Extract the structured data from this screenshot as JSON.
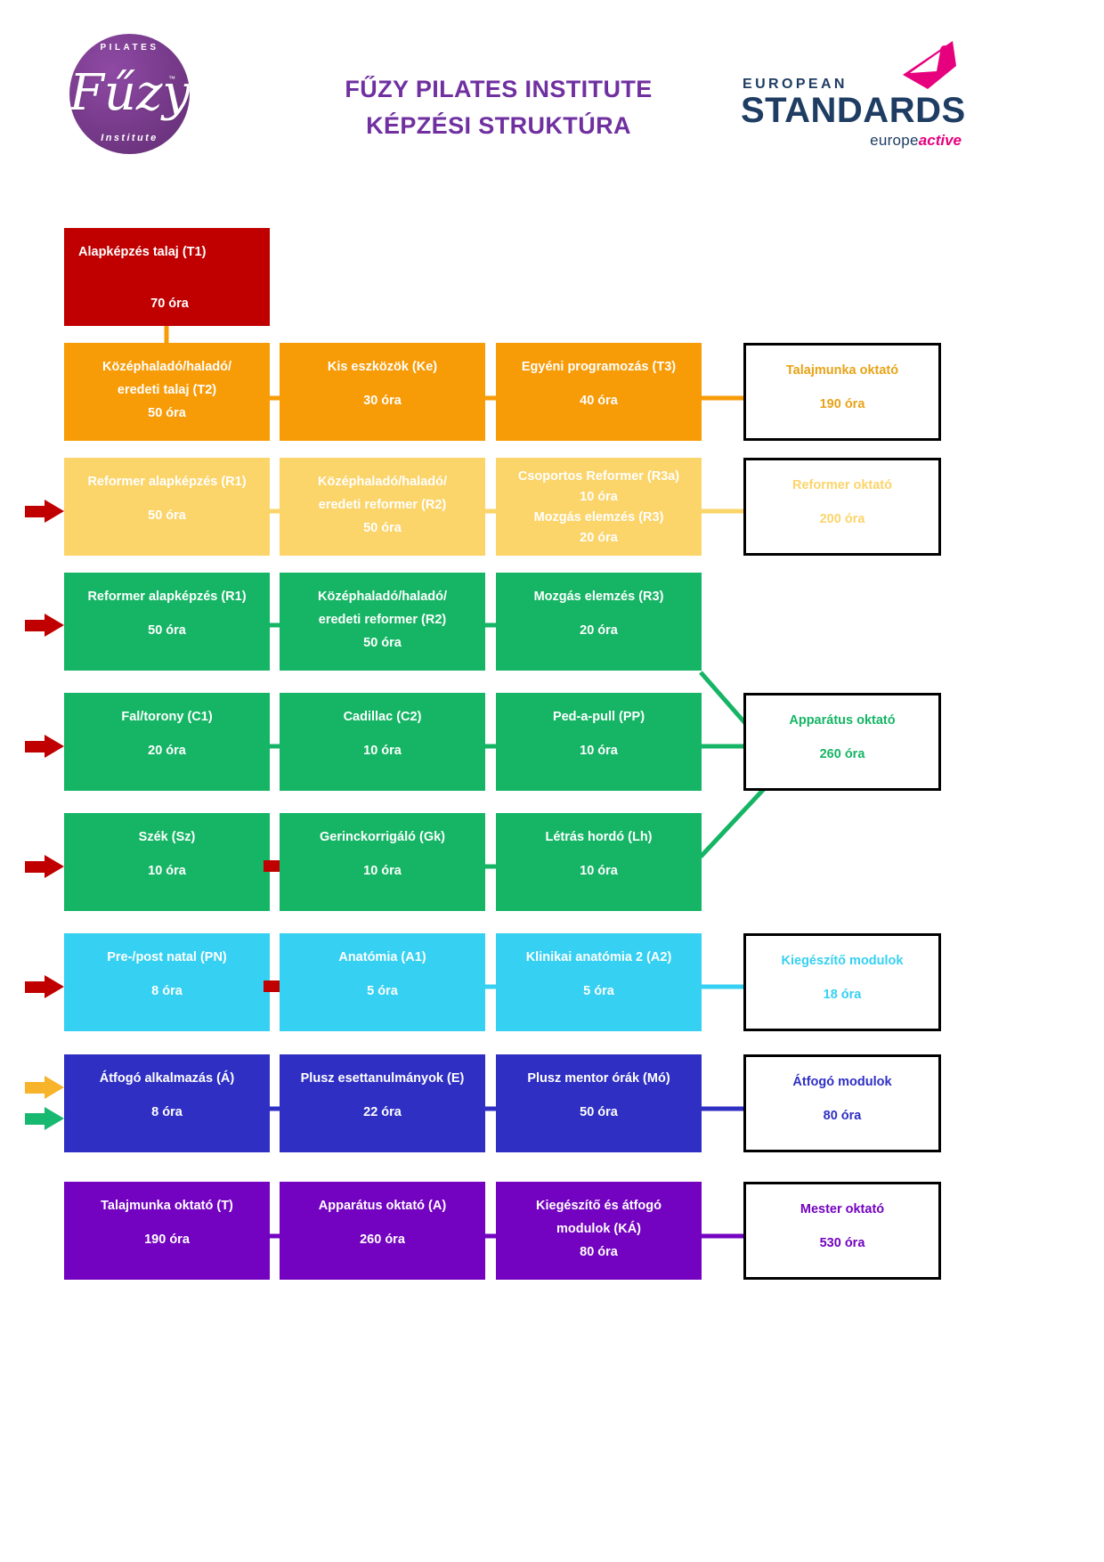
{
  "header": {
    "logo_left": {
      "arc_top": "PILATES",
      "script": "Fűzy",
      "arc_bottom": "Institute",
      "trademark": "™"
    },
    "title_line1": "FŰZY PILATES INSTITUTE",
    "title_line2": "KÉPZÉSI STRUKTÚRA",
    "title_color": "#7030A0",
    "logo_right": {
      "european": "EUROPEAN",
      "standards": "STANDARDS",
      "sub_europe": "europe",
      "sub_active": "active",
      "navy": "#1F3D63",
      "magenta": "#E6007E"
    }
  },
  "chart_data": {
    "type": "diagram",
    "title": "FŰZY PILATES INSTITUTE KÉPZÉSI STRUKTÚRA",
    "unit_label": "óra",
    "rows": [
      {
        "id": "row-t1",
        "track": "Alapképzés talaj",
        "color": "#C00000",
        "nodes": [
          {
            "title": "Alapképzés talaj (T1)",
            "hours": "70 óra"
          }
        ],
        "outcome": null
      },
      {
        "id": "row-t2",
        "track": "Talajmunka",
        "color": "#F79B07",
        "nodes": [
          {
            "title": "Középhaladó/haladó/\neredeti talaj (T2)",
            "hours": "50 óra"
          },
          {
            "title": "Kis eszközök (Ke)",
            "hours": "30 óra"
          },
          {
            "title": "Egyéni programozás (T3)",
            "hours": "40 óra"
          }
        ],
        "outcome": {
          "title": "Talajmunka oktató",
          "hours": "190 óra",
          "color": "#E8A317"
        }
      },
      {
        "id": "row-reformer-faded",
        "track": "Reformer",
        "color": "#FBD46A",
        "nodes": [
          {
            "title": "Reformer alapképzés (R1)",
            "hours": "50 óra"
          },
          {
            "title": "Középhaladó/haladó/\neredeti reformer (R2)",
            "hours": "50 óra"
          },
          {
            "title": "Csoportos Reformer (R3a)",
            "hours": "10 óra",
            "title2": "Mozgás elemzés (R3)",
            "hours2": "20 óra"
          }
        ],
        "outcome": {
          "title": "Reformer  oktató",
          "hours": "200 óra",
          "color": "#FBD46A"
        }
      },
      {
        "id": "row-reformer-green",
        "track": "Apparátus",
        "color": "#15B565",
        "nodes": [
          {
            "title": "Reformer alapképzés (R1)",
            "hours": "50 óra"
          },
          {
            "title": "Középhaladó/haladó/\neredeti reformer (R2)",
            "hours": "50 óra"
          },
          {
            "title": "Mozgás elemzés (R3)",
            "hours": "20 óra"
          }
        ],
        "outcome": null
      },
      {
        "id": "row-cadillac",
        "track": "Apparátus",
        "color": "#15B565",
        "nodes": [
          {
            "title": "Fal/torony (C1)",
            "hours": "20 óra"
          },
          {
            "title": "Cadillac (C2)",
            "hours": "10 óra"
          },
          {
            "title": "Ped-a-pull (PP)",
            "hours": "10 óra"
          }
        ],
        "outcome": {
          "title": "Apparátus oktató",
          "hours": "260 óra",
          "color": "#15B565"
        }
      },
      {
        "id": "row-chair",
        "track": "Apparátus",
        "color": "#15B565",
        "nodes": [
          {
            "title": "Szék (Sz)",
            "hours": "10 óra"
          },
          {
            "title": "Gerinckorrigáló (Gk)",
            "hours": "10 óra"
          },
          {
            "title": "Létrás hordó (Lh)",
            "hours": "10 óra"
          }
        ],
        "outcome": null
      },
      {
        "id": "row-modules",
        "track": "Kiegészítő modulok",
        "color": "#36D0F2",
        "nodes": [
          {
            "title": "Pre-/post natal (PN)",
            "hours": "8 óra"
          },
          {
            "title": "Anatómia (A1)",
            "hours": "5 óra"
          },
          {
            "title": "Klinikai anatómia 2 (A2)",
            "hours": "5 óra"
          }
        ],
        "outcome": {
          "title": "Kiegészítő modulok",
          "hours": "18 óra",
          "color": "#36D0F2"
        }
      },
      {
        "id": "row-comprehensive",
        "track": "Átfogó modulok",
        "color": "#2F2FC4",
        "nodes": [
          {
            "title": "Átfogó alkalmazás (Á)",
            "hours": "8 óra"
          },
          {
            "title": "Plusz esettanulmányok (E)",
            "hours": "22 óra"
          },
          {
            "title": "Plusz mentor órák (Mó)",
            "hours": "50 óra"
          }
        ],
        "outcome": {
          "title": "Átfogó modulok",
          "hours": "80 óra",
          "color": "#2F2FC4"
        }
      },
      {
        "id": "row-master",
        "track": "Mester oktató",
        "color": "#7303C0",
        "nodes": [
          {
            "title": "Talajmunka oktató (T)",
            "hours": "190 óra"
          },
          {
            "title": "Apparátus oktató (A)",
            "hours": "260 óra"
          },
          {
            "title": "Kiegészítő és átfogó\nmodulok (KÁ)",
            "hours": "80 óra"
          }
        ],
        "outcome": {
          "title": "Mester oktató",
          "hours": "530 óra",
          "color": "#7303C0"
        }
      }
    ],
    "markers": [
      {
        "row": "row-reformer-faded",
        "color": "#C00000",
        "name": "prereq-arrow-red"
      },
      {
        "row": "row-reformer-green",
        "color": "#C00000",
        "name": "prereq-arrow-red"
      },
      {
        "row": "row-cadillac",
        "color": "#C00000",
        "name": "prereq-arrow-red"
      },
      {
        "row": "row-chair",
        "color": "#C00000",
        "name": "prereq-arrow-red"
      },
      {
        "row": "row-modules",
        "color": "#C00000",
        "name": "prereq-arrow-red"
      },
      {
        "row": "row-comprehensive",
        "color": "#F7B329",
        "name": "prereq-arrow-yellow"
      },
      {
        "row": "row-comprehensive",
        "color": "#17B870",
        "name": "prereq-arrow-green"
      }
    ]
  }
}
